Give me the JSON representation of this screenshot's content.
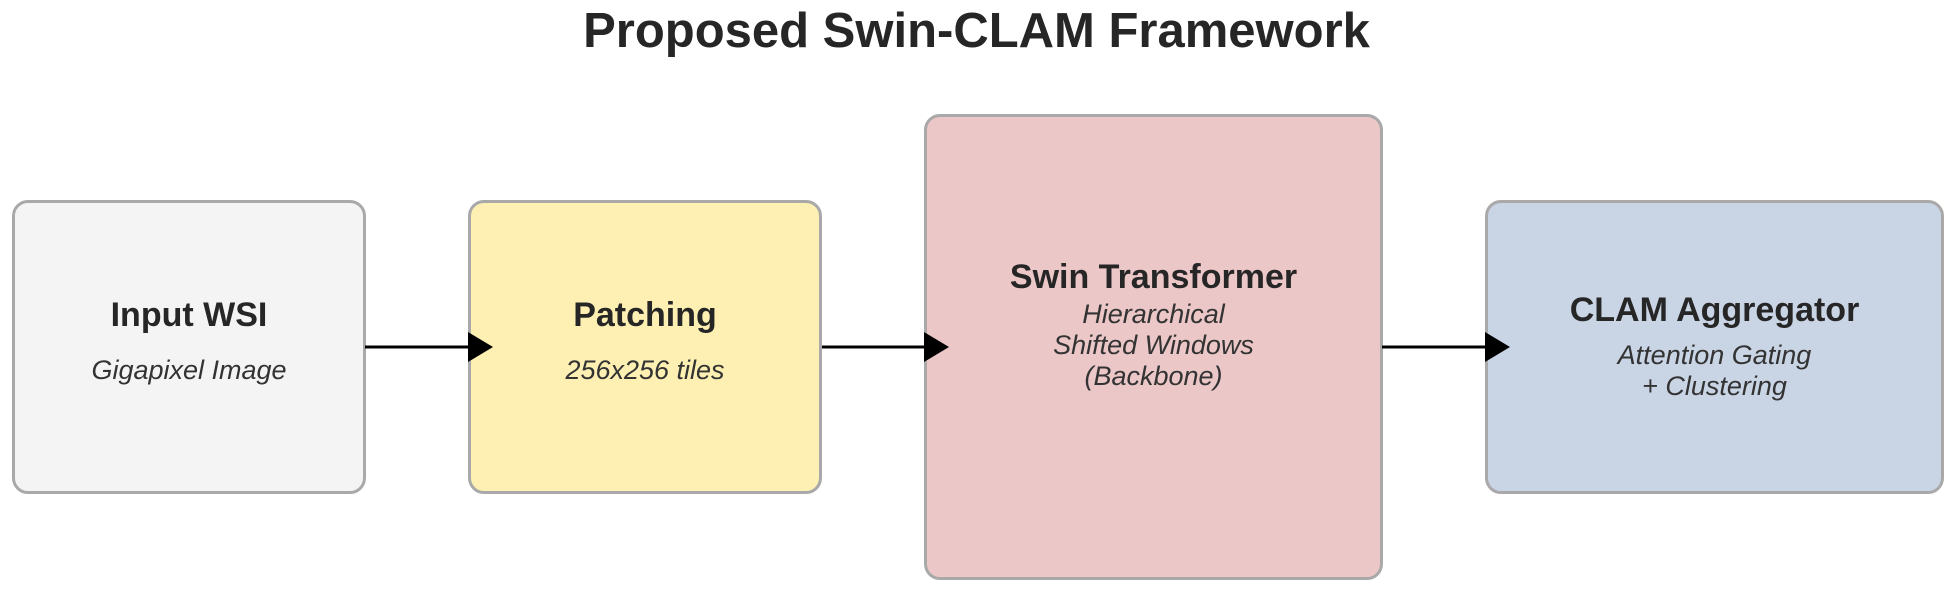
{
  "title": "Proposed Swin-CLAM Framework",
  "colors": {
    "input_fill": "#f4f4f4",
    "patching_fill": "#fdf0b2",
    "swin_fill": "#ecc7c7",
    "clam_fill": "#c9d4e5",
    "border": "#a9a9a9",
    "arrow": "#000000"
  },
  "nodes": {
    "input": {
      "title": "Input WSI",
      "subtitle": "Gigapixel Image"
    },
    "patching": {
      "title": "Patching",
      "subtitle": "256x256 tiles"
    },
    "swin": {
      "title": "Swin Transformer",
      "line1": "Hierarchical",
      "line2": "Shifted Windows",
      "line3": "(Backbone)"
    },
    "clam": {
      "title": "CLAM Aggregator",
      "line1": "Attention Gating",
      "line2": "+ Clustering"
    }
  },
  "edges": [
    {
      "from": "Input WSI",
      "to": "Patching"
    },
    {
      "from": "Patching",
      "to": "Swin Transformer"
    },
    {
      "from": "Swin Transformer",
      "to": "CLAM Aggregator"
    }
  ]
}
